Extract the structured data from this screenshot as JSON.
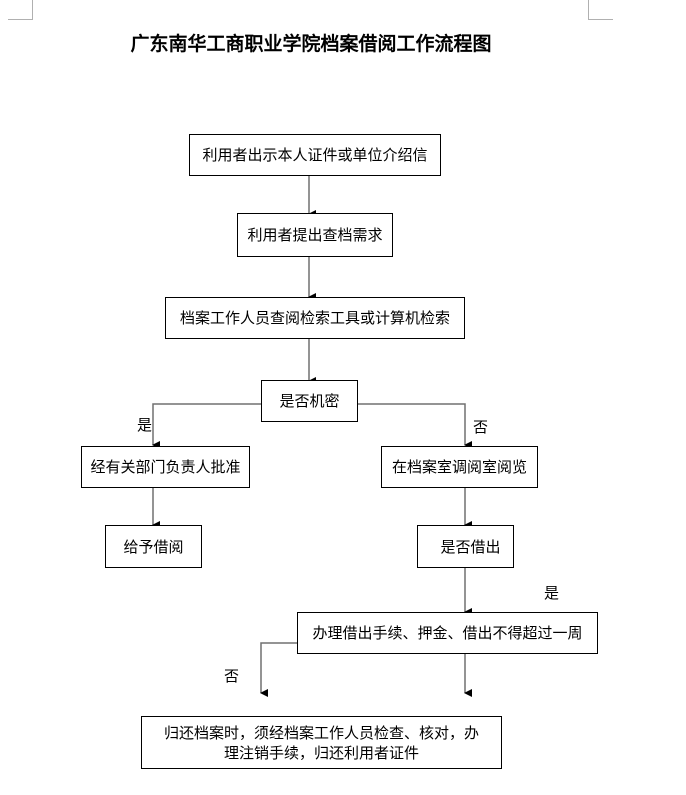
{
  "title": "广东南华工商职业学院档案借阅工作流程图",
  "nodes": {
    "show_id": "利用者出示本人证件或单位介绍信",
    "request": "利用者提出查档需求",
    "search": "档案工作人员查阅检索工具或计算机检索",
    "confidential": "是否机密",
    "approve": "经有关部门负责人批准",
    "lend": "给予借阅",
    "reading_room": "在档案室调阅室阅览",
    "borrow_out": "是否借出",
    "procedure": "办理借出手续、押金、借出不得超过一周",
    "return_line1": "归还档案时，须经档案工作人员检查、核对，办",
    "return_line2": "理注销手续，归还利用者证件"
  },
  "labels": {
    "yes_confidential": "是",
    "no_confidential": "否",
    "yes_borrow": "是",
    "no_borrow": "否"
  },
  "colors": {
    "line": "#707070",
    "border": "#000000"
  }
}
